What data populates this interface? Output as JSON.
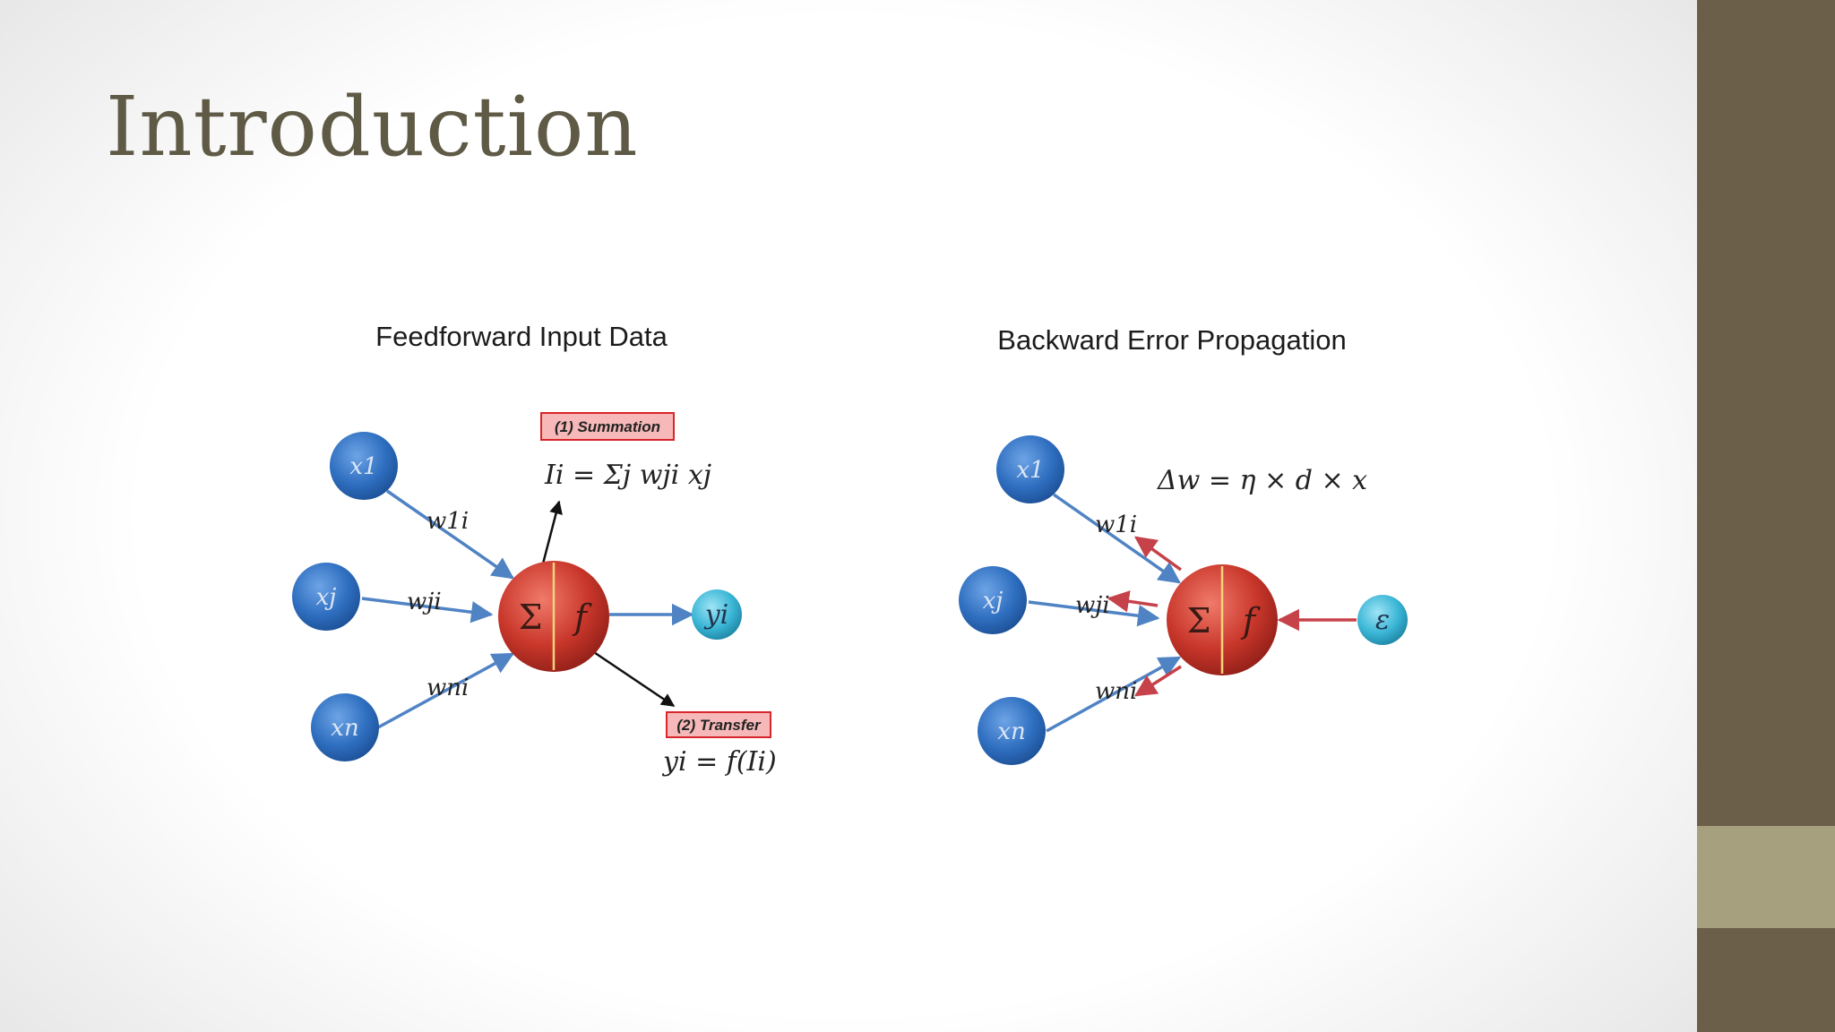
{
  "slide": {
    "title": "Introduction"
  },
  "feedforward": {
    "heading": "Feedforward Input Data",
    "inputs": [
      "x1",
      "xj",
      "xn"
    ],
    "weights": [
      "w1i",
      "wji",
      "wni"
    ],
    "neuron_symbols": [
      "Σ",
      "f"
    ],
    "output": "yi",
    "summation_tag": "(1) Summation",
    "summation_eq": "Ii = Σj wji xj",
    "transfer_tag": "(2) Transfer",
    "transfer_eq": "yi = f(Ii)"
  },
  "backward": {
    "heading": "Backward Error Propagation",
    "inputs": [
      "x1",
      "xj",
      "xn"
    ],
    "weights": [
      "w1i",
      "wji",
      "wni"
    ],
    "neuron_symbols": [
      "Σ",
      "f"
    ],
    "error": "ε",
    "update_eq": "Δw = η × d × x"
  },
  "colors": {
    "input_node": "#2f6fc0",
    "neuron": "#c8362a",
    "output_node": "#3bb6d6",
    "forward_arrow": "#4f83c4",
    "backward_arrow": "#c6424a",
    "tag_fill": "#f6b8b8",
    "tag_border": "#d9262a",
    "sidebar_dark": "#6b5f4a",
    "sidebar_light": "#a6a07e"
  }
}
